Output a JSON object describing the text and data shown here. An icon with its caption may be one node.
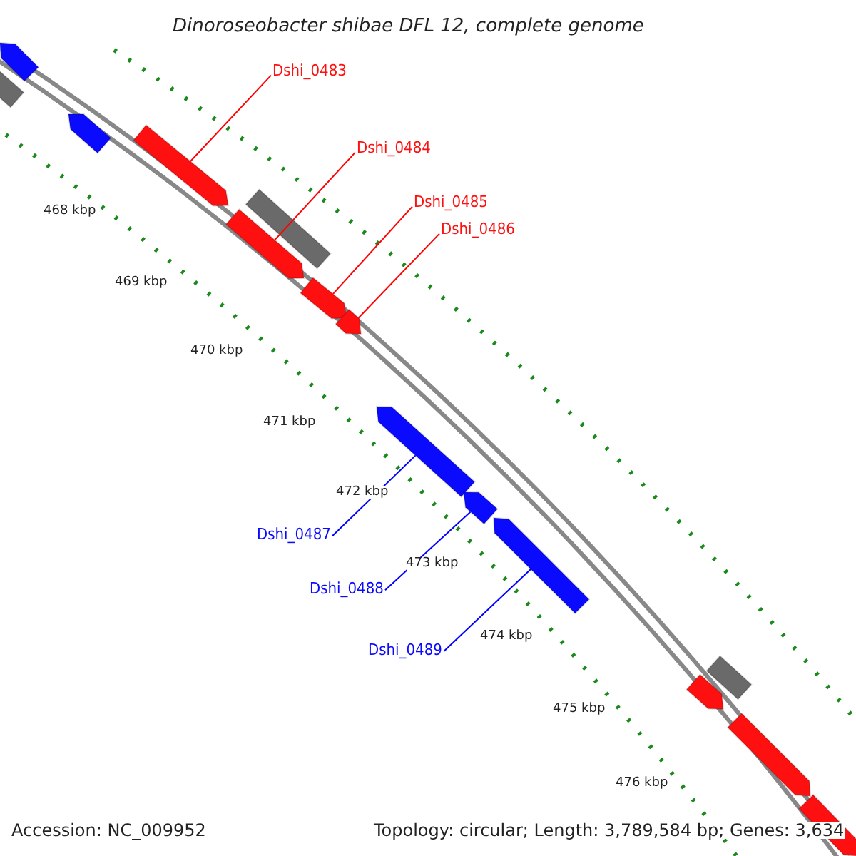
{
  "diagram": {
    "title": "Dinoroseobacter shibae DFL 12, complete genome",
    "nodes": [
      {
        "text": [
          "Dshi_0483"
        ]
      },
      {
        "text": [
          "Dshi_0484"
        ]
      },
      {
        "text": [
          "Dshi_0485"
        ]
      },
      {
        "text": [
          "Dshi_0486"
        ]
      },
      {
        "text": [
          "Dshi_0487"
        ]
      },
      {
        "text": [
          "Dshi_0488"
        ]
      },
      {
        "text": [
          "Dshi_0489"
        ]
      },
      {
        "text": [],
        "shape": "arrow"
      },
      {
        "text": [],
        "shape": "box"
      },
      {
        "text": [],
        "shape": "arrow"
      },
      {
        "text": [],
        "shape": "arrow"
      },
      {
        "text": [],
        "shape": "box"
      },
      {
        "text": [],
        "shape": "arrow"
      },
      {
        "text": [],
        "shape": "arrow"
      },
      {
        "text": [],
        "shape": "arrow"
      },
      {
        "text": [],
        "shape": "arrow"
      },
      {
        "text": [],
        "shape": "arrow"
      },
      {
        "text": [],
        "shape": "arrow"
      },
      {
        "text": [],
        "shape": "box"
      },
      {
        "text": [],
        "shape": "arrow"
      },
      {
        "text": [],
        "shape": "arrow"
      },
      {
        "text": [],
        "shape": "arrow"
      }
    ],
    "edges": [
      {
        "from": 0,
        "to": 10,
        "arrow": "none",
        "color": "#ff0000"
      },
      {
        "from": 1,
        "to": 12,
        "arrow": "none",
        "color": "#ff0000"
      },
      {
        "from": 2,
        "to": 13,
        "arrow": "none",
        "color": "#ff0000"
      },
      {
        "from": 3,
        "to": 14,
        "arrow": "none",
        "color": "#ff0000"
      },
      {
        "from": 4,
        "to": 15,
        "arrow": "none",
        "color": "#0000ff"
      },
      {
        "from": 5,
        "to": 16,
        "arrow": "none",
        "color": "#0000ff"
      },
      {
        "from": 6,
        "to": 17,
        "arrow": "none",
        "color": "#0000ff"
      }
    ],
    "labels": [
      "468 kbp",
      "469 kbp",
      "470 kbp",
      "471 kbp",
      "472 kbp",
      "473 kbp",
      "474 kbp",
      "475 kbp",
      "476 kbp",
      "Accession: NC_009952",
      "Topology: circular; Length: 3,789,584 bp; Genes: 3,634"
    ]
  }
}
